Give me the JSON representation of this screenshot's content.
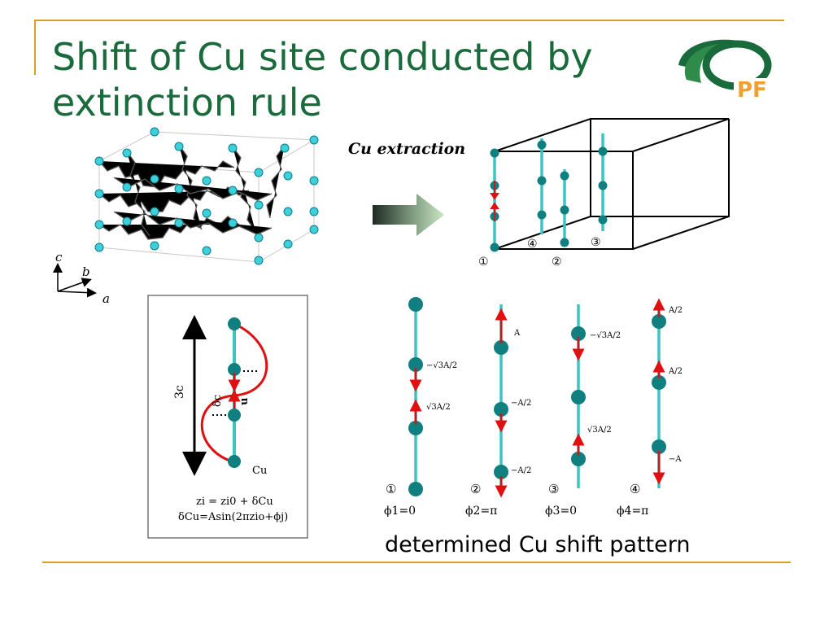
{
  "title": {
    "line1": "Shift of Cu site conducted by",
    "line2": "extinction rule"
  },
  "logo": {
    "text": "PF"
  },
  "crystal": {
    "axis_c": "c",
    "axis_b": "b",
    "axis_a": "a"
  },
  "extraction": {
    "label": "Cu extraction",
    "arrow_icon": "right-arrow-icon"
  },
  "cell": {
    "site1": "①",
    "site2": "②",
    "site3": "③",
    "site4": "④"
  },
  "sine_panel": {
    "height_label": "3c",
    "delta_label": "δc",
    "u_label": "u",
    "cu_label": "Cu",
    "eq1": "zi = zi0 + δCu",
    "eq2": "δCu=Asin(2πzio+ϕj)"
  },
  "pattern": {
    "columns": [
      {
        "num": "①",
        "phase": "ϕ1=0",
        "labels": [
          "−√3A/2",
          "√3A/2"
        ]
      },
      {
        "num": "②",
        "phase": "ϕ2=π",
        "labels": [
          "A",
          "−A/2",
          "−A/2"
        ]
      },
      {
        "num": "③",
        "phase": "ϕ3=0",
        "labels": [
          "−√3A/2",
          "√3A/2"
        ]
      },
      {
        "num": "④",
        "phase": "ϕ4=π",
        "labels": [
          "A/2",
          "A/2",
          "−A"
        ]
      }
    ],
    "caption": "determined Cu shift pattern"
  },
  "colors": {
    "title": "#1a6b3c",
    "rule": "#d8a02a",
    "atom": "#0f7f7f",
    "rod": "#3cc4c4",
    "arrow": "#e01010"
  }
}
